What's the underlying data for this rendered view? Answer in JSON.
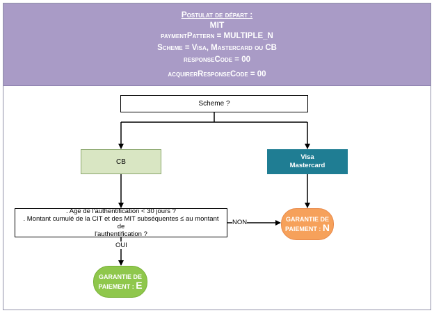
{
  "header": {
    "title": "Postulat de départ :",
    "line1": "MIT",
    "line2": "paymentPattern = MULTIPLE_N",
    "line3": "Scheme = Visa, Mastercard ou CB",
    "line4": "responseCode = 00",
    "line5": "acquirerResponseCode = 00"
  },
  "nodes": {
    "scheme": "Scheme ?",
    "cb": "CB",
    "visa_line1": "Visa",
    "visa_line2": "Mastercard",
    "question_line1": ". Age de l'authentification < 30 jours ?",
    "question_line2": ". Montant cumulé de la CIT et des MIT subséquentes ≤ au montant de",
    "question_line3": "l'authentification ?",
    "guarantee_n_line1": "GARANTIE DE",
    "guarantee_n_line2": "PAIEMENT :",
    "guarantee_n_letter": "N",
    "guarantee_e_line1": "GARANTIE DE",
    "guarantee_e_line2": "PAIEMENT :",
    "guarantee_e_letter": "E"
  },
  "edges": {
    "no_label": "NON",
    "yes_label": "OUI"
  },
  "colors": {
    "header_bg": "#a99bc6",
    "cb_fill": "#d9e6c3",
    "visa_fill": "#1f7d93",
    "guarantee_n_fill": "#f6a15b",
    "guarantee_e_fill": "#8fc74c"
  }
}
